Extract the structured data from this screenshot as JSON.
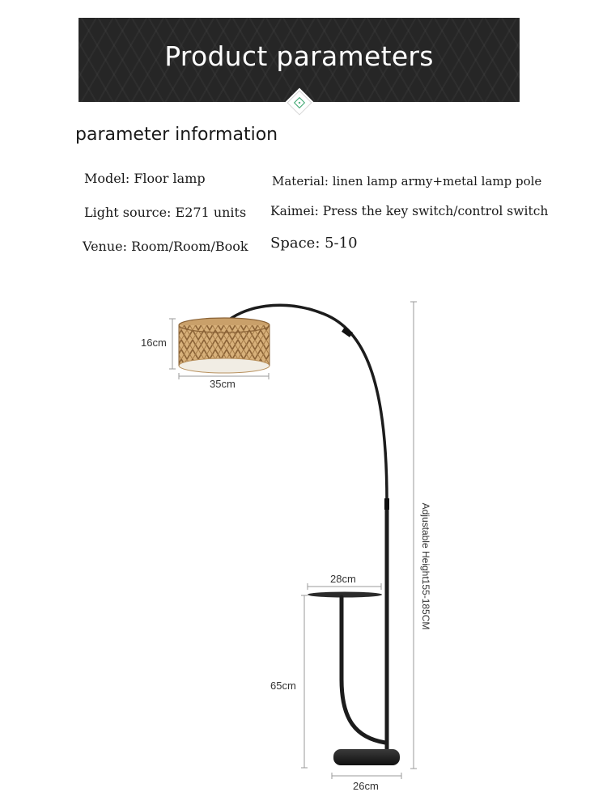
{
  "header": {
    "title": "Product parameters"
  },
  "section": {
    "title": "parameter information"
  },
  "params": {
    "model": "Model: Floor lamp",
    "light_source": "Light source: E271 units",
    "venue": "Venue: Room/Room/Book",
    "material": "Material: linen lamp army+metal lamp pole",
    "kaimei": "Kaimei: Press the key switch/control switch",
    "space": "Space: 5-10"
  },
  "dimensions": {
    "shade_height": "16cm",
    "shade_width": "35cm",
    "tray_width": "28cm",
    "tray_height": "65cm",
    "base_width": "26cm",
    "total_height": "Adjustable Height155-185CM"
  },
  "icons": {
    "divider": "diamond-icon"
  },
  "colors": {
    "banner": "#262626",
    "accent": "#3aa56e",
    "shade": "#c9a06a",
    "metal": "#1c1c1c"
  }
}
